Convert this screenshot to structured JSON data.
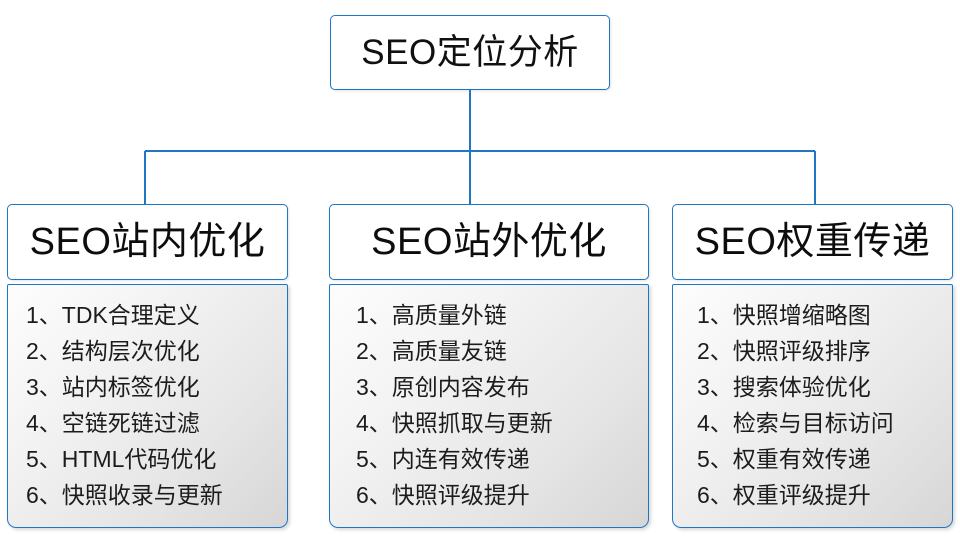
{
  "diagram": {
    "type": "org-tree",
    "accent_color": "#1f77c4",
    "root": {
      "label": "SEO定位分析"
    },
    "branches": [
      {
        "title": "SEO站内优化",
        "items": [
          "1、TDK合理定义",
          "2、结构层次优化",
          "3、站内标签优化",
          "4、空链死链过滤",
          "5、HTML代码优化",
          "6、快照收录与更新"
        ]
      },
      {
        "title": "SEO站外优化",
        "items": [
          "1、高质量外链",
          "2、高质量友链",
          "3、原创内容发布",
          "4、快照抓取与更新",
          "5、内连有效传递",
          "6、快照评级提升"
        ]
      },
      {
        "title": "SEO权重传递",
        "items": [
          "1、快照增缩略图",
          "2、快照评级排序",
          "3、搜索体验优化",
          "4、检索与目标访问",
          "5、权重有效传递",
          "6、权重评级提升"
        ]
      }
    ]
  }
}
